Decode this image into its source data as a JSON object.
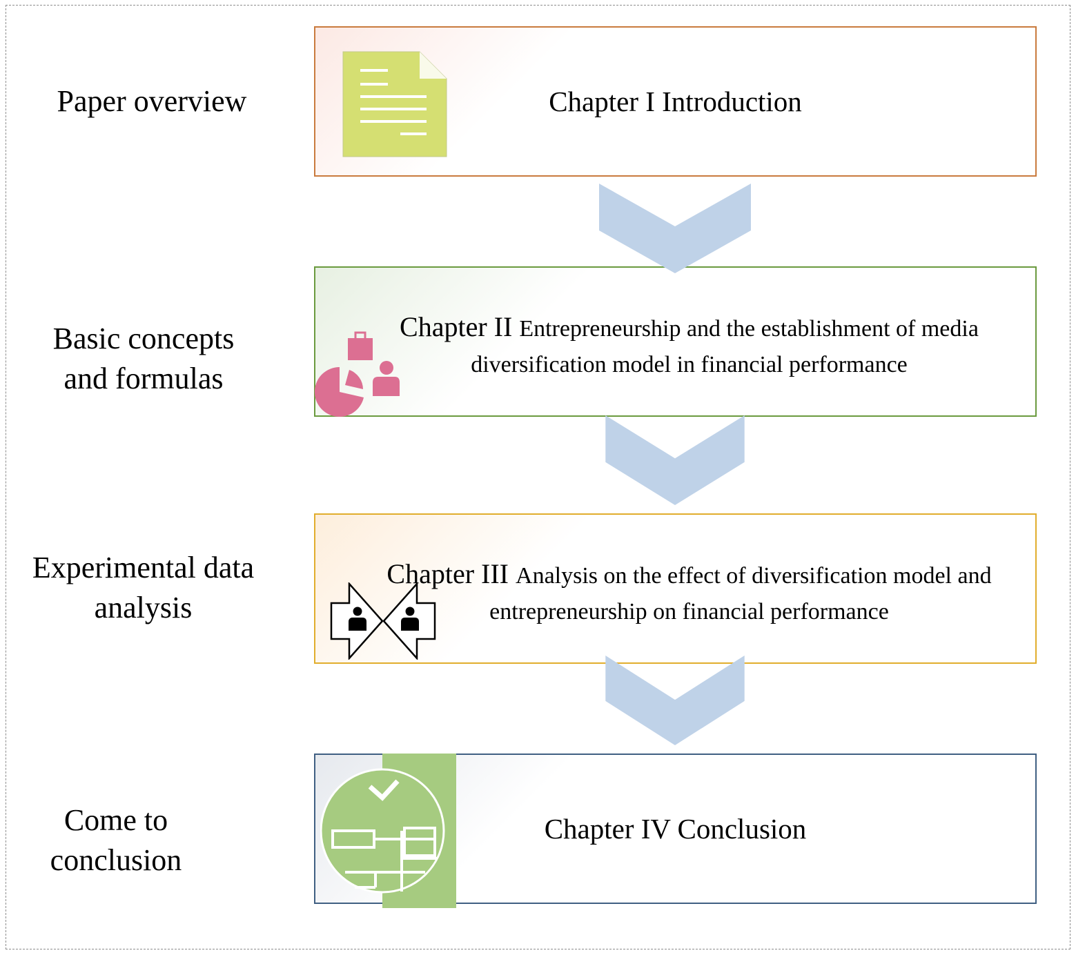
{
  "stages": [
    {
      "label": "Paper overview"
    },
    {
      "label": "Basic concepts\nand formulas"
    },
    {
      "label": "Experimental data\nanalysis"
    },
    {
      "label": "Come to\nconclusion"
    }
  ],
  "chapters": [
    {
      "text": "Chapter I  Introduction",
      "icon": "document-icon",
      "border_color": "#c97a3d"
    },
    {
      "lead": "Chapter II ",
      "rest_line1": "Entrepreneurship and the establishment of media",
      "line2": "diversification model in financial performance",
      "icon": "business-chart-person-icon",
      "border_color": "#6a9a3e"
    },
    {
      "lead": "Chapter  III ",
      "rest_line1": "Analysis on the effect of diversification model and",
      "line2": "entrepreneurship on financial performance",
      "icon": "people-exchange-icon",
      "border_color": "#e1ad2c"
    },
    {
      "text": "Chapter IV Conclusion",
      "icon": "checklist-conclusion-icon",
      "border_color": "#3f5f82"
    }
  ],
  "colors": {
    "arrow": "#bfd2e8",
    "document_icon": "#d5df72",
    "business_icon": "#dc6f92",
    "conclusion_icon": "#a6cb80"
  }
}
